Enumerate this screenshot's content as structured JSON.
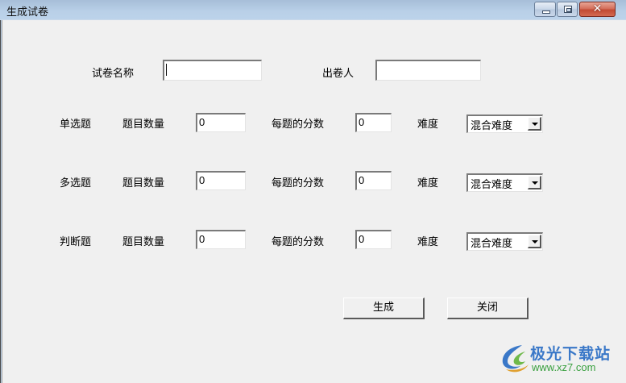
{
  "window": {
    "title": "生成试卷",
    "controls": {
      "minimize": "minimize",
      "maximize": "maximize",
      "close": "✕"
    }
  },
  "header_fields": {
    "paper_name": {
      "label": "试卷名称",
      "value": ""
    },
    "author": {
      "label": "出卷人",
      "value": ""
    }
  },
  "question_types": [
    {
      "type_label": "单选题",
      "count_label": "题目数量",
      "count_value": "0",
      "score_label": "每题的分数",
      "score_value": "0",
      "difficulty_label": "难度",
      "difficulty_value": "混合难度"
    },
    {
      "type_label": "多选题",
      "count_label": "题目数量",
      "count_value": "0",
      "score_label": "每题的分数",
      "score_value": "0",
      "difficulty_label": "难度",
      "difficulty_value": "混合难度"
    },
    {
      "type_label": "判断题",
      "count_label": "题目数量",
      "count_value": "0",
      "score_label": "每题的分数",
      "score_value": "0",
      "difficulty_label": "难度",
      "difficulty_value": "混合难度"
    }
  ],
  "buttons": {
    "generate": "生成",
    "close": "关闭"
  },
  "watermark": {
    "name": "极光下载站",
    "url": "www.xz7.com"
  },
  "colors": {
    "titlebar": "#b9d0e8",
    "background": "#f0f0f0",
    "close_button": "#c24a33",
    "watermark_blue": "#3a78c8",
    "watermark_green": "#3aa040"
  }
}
